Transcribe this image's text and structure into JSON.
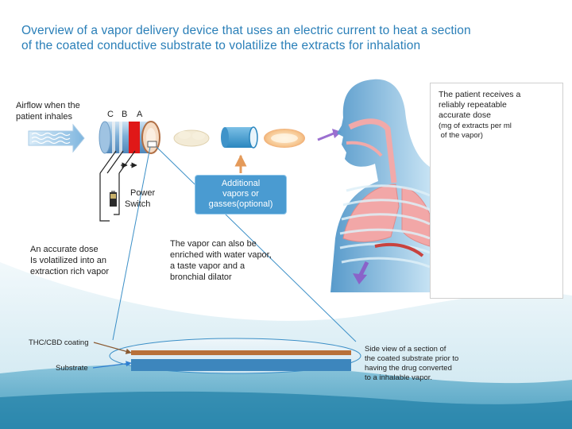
{
  "title": {
    "line1": "Overview of a vapor delivery device that uses an electric current to heat a section",
    "line2": "of the coated conductive substrate to volatilize the extracts for inhalation"
  },
  "airflow": {
    "line1": "Airflow when the",
    "line2": "patient inhales"
  },
  "sections": {
    "c": "C",
    "b": "B",
    "a": "A"
  },
  "power_switch": {
    "line1": "Power",
    "line2": "Switch"
  },
  "additional": {
    "line1": "Additional",
    "line2": "vapors or",
    "line3": "gasses(optional)"
  },
  "patient": {
    "dose_line1": "The patient receives a",
    "dose_line2": "reliably repeatable",
    "dose_line3": "accurate dose",
    "note_line1": "(mg of extracts per ml",
    "note_line2": " of the vapor)"
  },
  "accurate": {
    "line1": "An accurate dose",
    "line2": "Is volatilized into an",
    "line3": "extraction rich vapor"
  },
  "enriched": {
    "line1": "The vapor can also be",
    "line2": "enriched with water vapor,",
    "line3": "a taste vapor and a",
    "line4": "bronchial  dilator"
  },
  "coating_label": "THC/CBD coating",
  "substrate_label": "Substrate",
  "side_view": {
    "line1": "Side view of a section of",
    "line2": "the coated substrate prior to",
    "line3": "having the drug converted",
    "line4": "to a inhalable vapor."
  },
  "colors": {
    "title": "#2a7fb8",
    "accent_blue": "#4a9bd1",
    "coating": "#b8703a",
    "substrate": "#3d86bd",
    "heater_red": "#e01818",
    "lung": "#f2a7a7"
  }
}
